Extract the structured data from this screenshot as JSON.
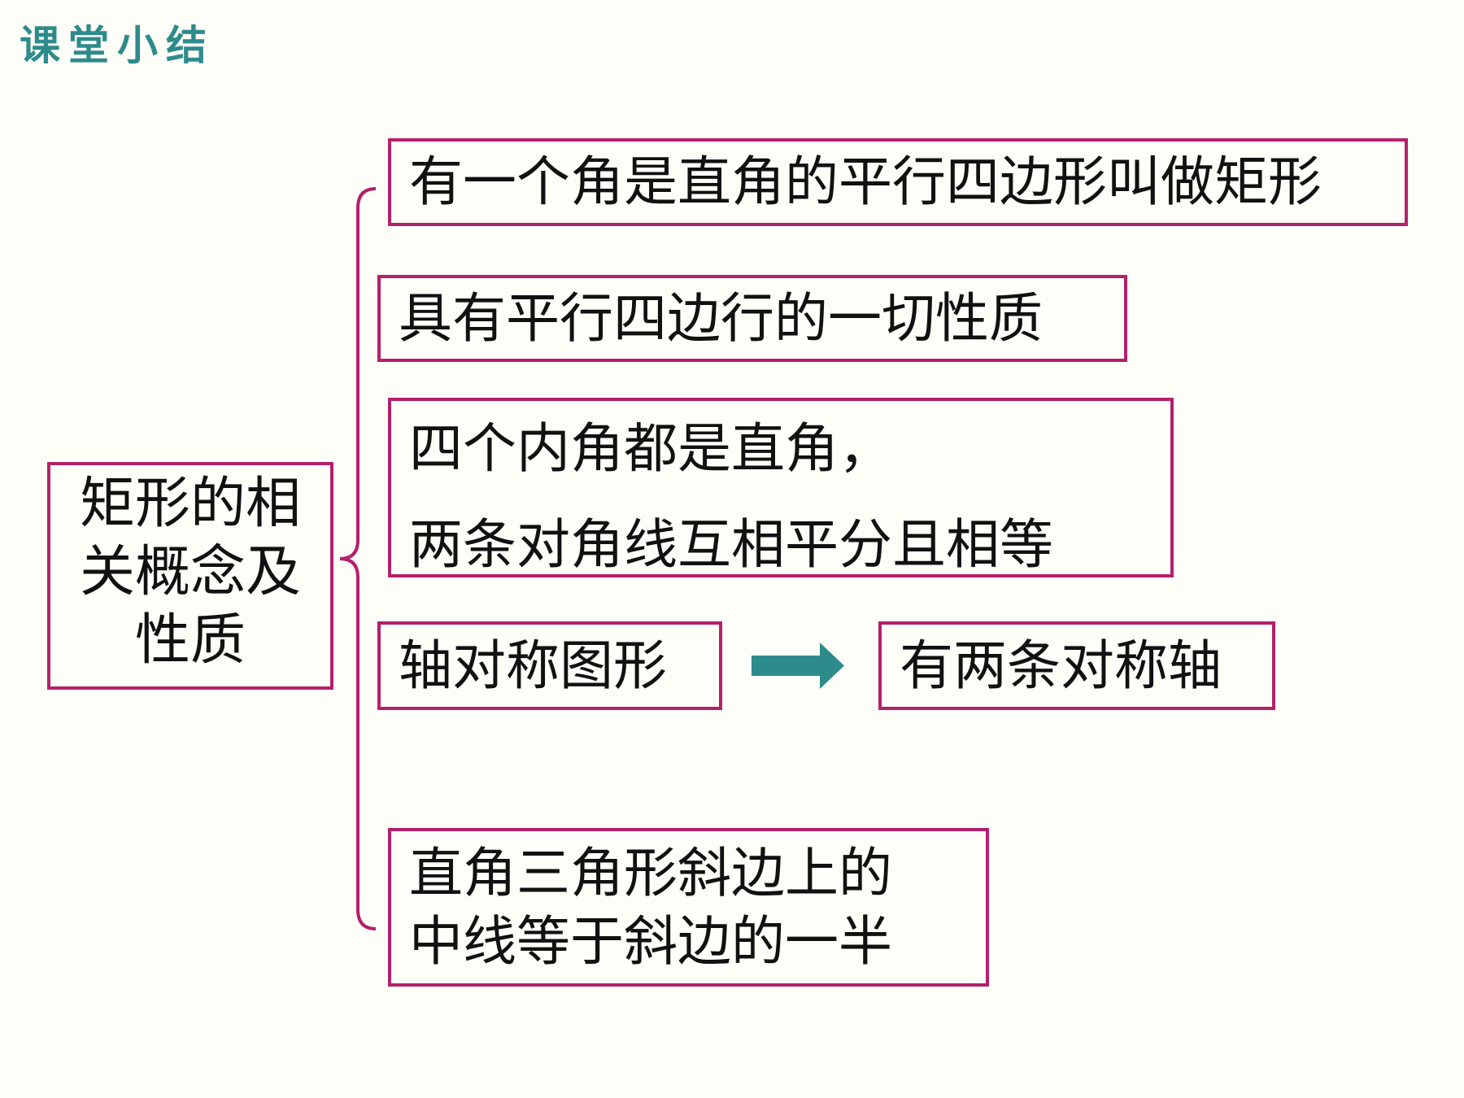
{
  "title": "课堂小结",
  "central": {
    "lines": [
      "矩形的相",
      "关概念及",
      "性质"
    ]
  },
  "branches": {
    "definition": "有一个角是直角的平行四边形叫做矩形",
    "parallelogram": "具有平行四边行的一切性质",
    "angles_diagonals": {
      "line1": "四个内角都是直角，",
      "line2": "两条对角线互相平分且相等"
    },
    "symmetry": "轴对称图形",
    "symmetry_result": "有两条对称轴",
    "median": {
      "line1": "直角三角形斜边上的",
      "line2": "中线等于斜边的一半"
    }
  },
  "colors": {
    "title": "#2e8b8b",
    "box_border": "#b5206a",
    "brace": "#b5206a",
    "arrow": "#2e8b8b",
    "background": "#fefef9"
  },
  "icons": {
    "arrow": "right-arrow-icon",
    "brace": "left-curly-brace"
  }
}
